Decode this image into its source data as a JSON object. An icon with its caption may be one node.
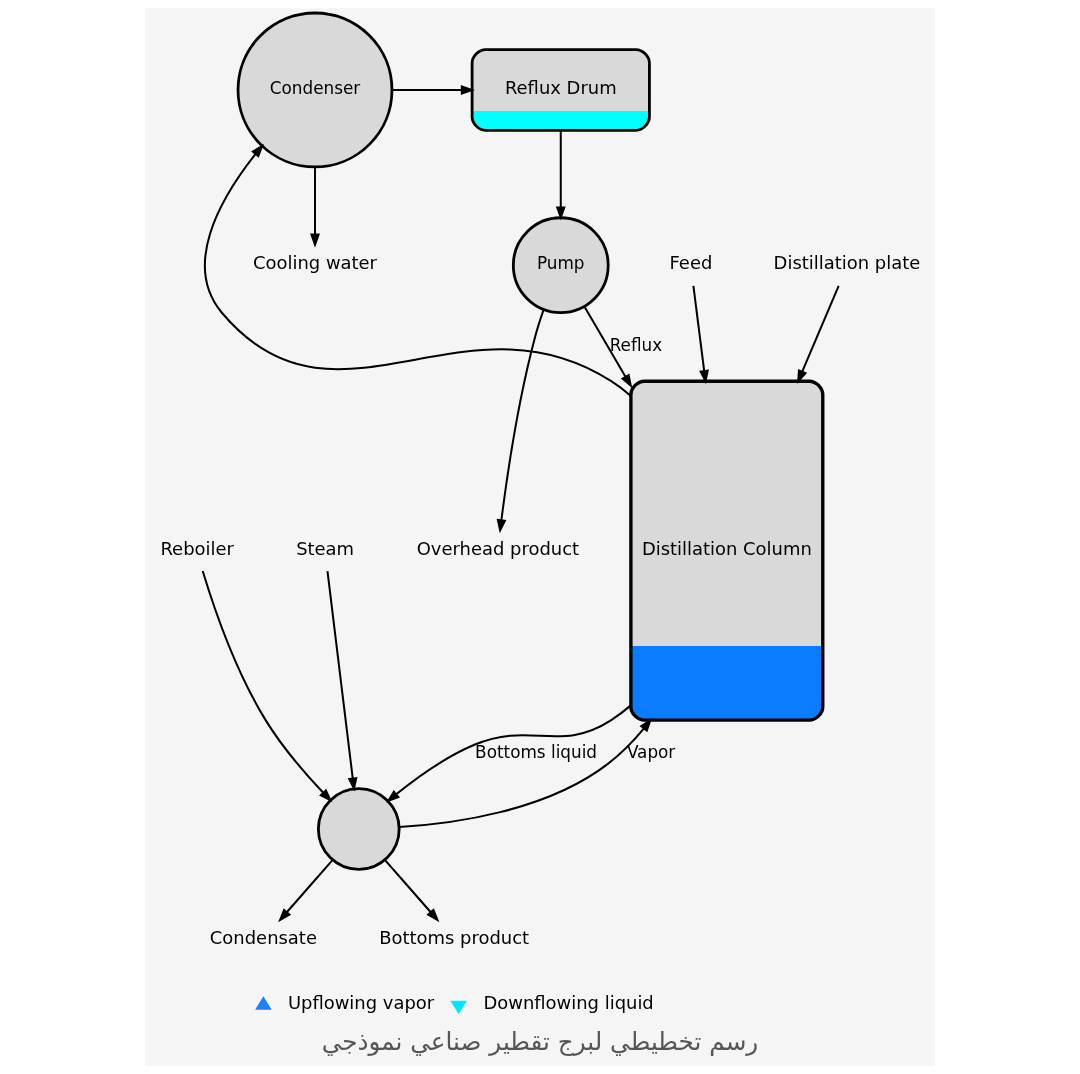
{
  "diagram": {
    "caption": "رسم تخطيطي لبرج تقطير صناعي نموذجي",
    "nodes": [
      {
        "text": [
          "Distillation Column"
        ]
      },
      {
        "text": [
          "Condenser"
        ]
      },
      {
        "text": [
          "Cooling water"
        ]
      },
      {
        "text": [
          "Reflux Drum"
        ]
      },
      {
        "text": [
          "Pump"
        ]
      },
      {
        "text": [
          "Overhead product"
        ]
      },
      {
        "text": [
          "Feed"
        ]
      },
      {
        "text": [
          "Distillation plate"
        ]
      },
      {
        "text": [
          "Reboiler"
        ]
      },
      {
        "text": [],
        "shape": "circle"
      },
      {
        "text": [
          "Steam"
        ]
      },
      {
        "text": [
          "Condensate"
        ]
      },
      {
        "text": [
          "Bottoms product"
        ]
      }
    ],
    "edges": [
      {
        "from": 0,
        "to": 1,
        "arrow": "to"
      },
      {
        "from": 1,
        "to": 2,
        "arrow": "to"
      },
      {
        "from": 1,
        "to": 3,
        "arrow": "to"
      },
      {
        "from": 3,
        "to": 4,
        "arrow": "to"
      },
      {
        "from": 4,
        "to": 0,
        "arrow": "to",
        "label": "Reflux"
      },
      {
        "from": 4,
        "to": 5,
        "arrow": "to"
      },
      {
        "from": 6,
        "to": 0,
        "arrow": "to"
      },
      {
        "from": 7,
        "to": 0,
        "arrow": "to"
      },
      {
        "from": 9,
        "to": 0,
        "arrow": "to",
        "label": "Vapor"
      },
      {
        "from": 8,
        "to": 9,
        "arrow": "to"
      },
      {
        "from": 10,
        "to": 9,
        "arrow": "to"
      },
      {
        "from": 9,
        "to": 11,
        "arrow": "to"
      },
      {
        "from": 0,
        "to": 9,
        "arrow": "to",
        "label": "Bottoms liquid"
      },
      {
        "from": 9,
        "to": 12,
        "arrow": "to"
      }
    ],
    "legend": [
      {
        "text": "Upflowing vapor"
      },
      {
        "text": "Downflowing liquid"
      }
    ]
  }
}
